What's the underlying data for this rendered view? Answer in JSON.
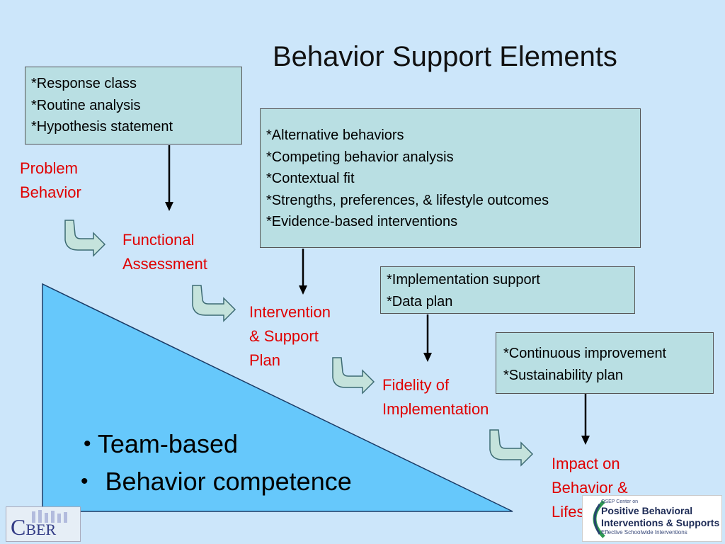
{
  "title": "Behavior Support Elements",
  "boxes": {
    "b1": [
      "*Response class",
      "*Routine analysis",
      "*Hypothesis statement"
    ],
    "b2": [
      "*Alternative behaviors",
      "*Competing behavior analysis",
      "*Contextual fit",
      "*Strengths, preferences, & lifestyle outcomes",
      "*Evidence-based interventions"
    ],
    "b3": [
      "*Implementation support",
      "*Data plan"
    ],
    "b4": [
      "*Continuous improvement",
      "*Sustainability plan"
    ]
  },
  "stages": {
    "s1": [
      "Problem",
      "Behavior"
    ],
    "s2": [
      "Functional",
      "Assessment"
    ],
    "s3": [
      "Intervention",
      "& Support",
      "Plan"
    ],
    "s4": [
      "Fidelity of",
      "Implementation"
    ],
    "s5": [
      "Impact on",
      "Behavior &",
      "Lifestyle"
    ]
  },
  "bullets": [
    "Team-based",
    "Behavior competence"
  ],
  "bullet_glyph": "•",
  "logos": {
    "cber": {
      "first": "C",
      "rest": "BER"
    },
    "pbis": {
      "line1": "OSEP Center on",
      "line2": "Positive Behavioral",
      "line3": "Interventions & Supports",
      "line4": "Effective Schoolwide Interventions"
    }
  },
  "colors": {
    "background": "#cce6fa",
    "box_fill": "#b9dfe3",
    "stage_text": "#e00000",
    "triangle_fill": "#66c8fb",
    "curved_arrow_fill": "#c5e3dc"
  }
}
